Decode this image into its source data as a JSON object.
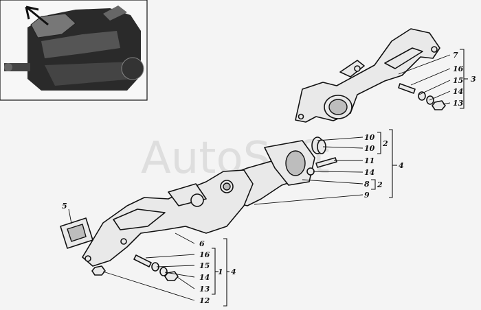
{
  "watermark": "AutoSoft",
  "callouts": {
    "upper": [
      "7",
      "16",
      "15",
      "14",
      "13"
    ],
    "upper_group": "3",
    "middle": [
      "10",
      "10",
      "11",
      "14",
      "8",
      "9"
    ],
    "middle_sub1": "2",
    "middle_sub2": "2",
    "middle_group": "4",
    "lower": [
      "6",
      "16",
      "15",
      "14",
      "13",
      "12"
    ],
    "lower_sub": "1",
    "lower_group": "4",
    "left": "5"
  },
  "colors": {
    "line": "#111111",
    "paper": "#f4f4f4",
    "watermark": "#d9d9d9"
  }
}
